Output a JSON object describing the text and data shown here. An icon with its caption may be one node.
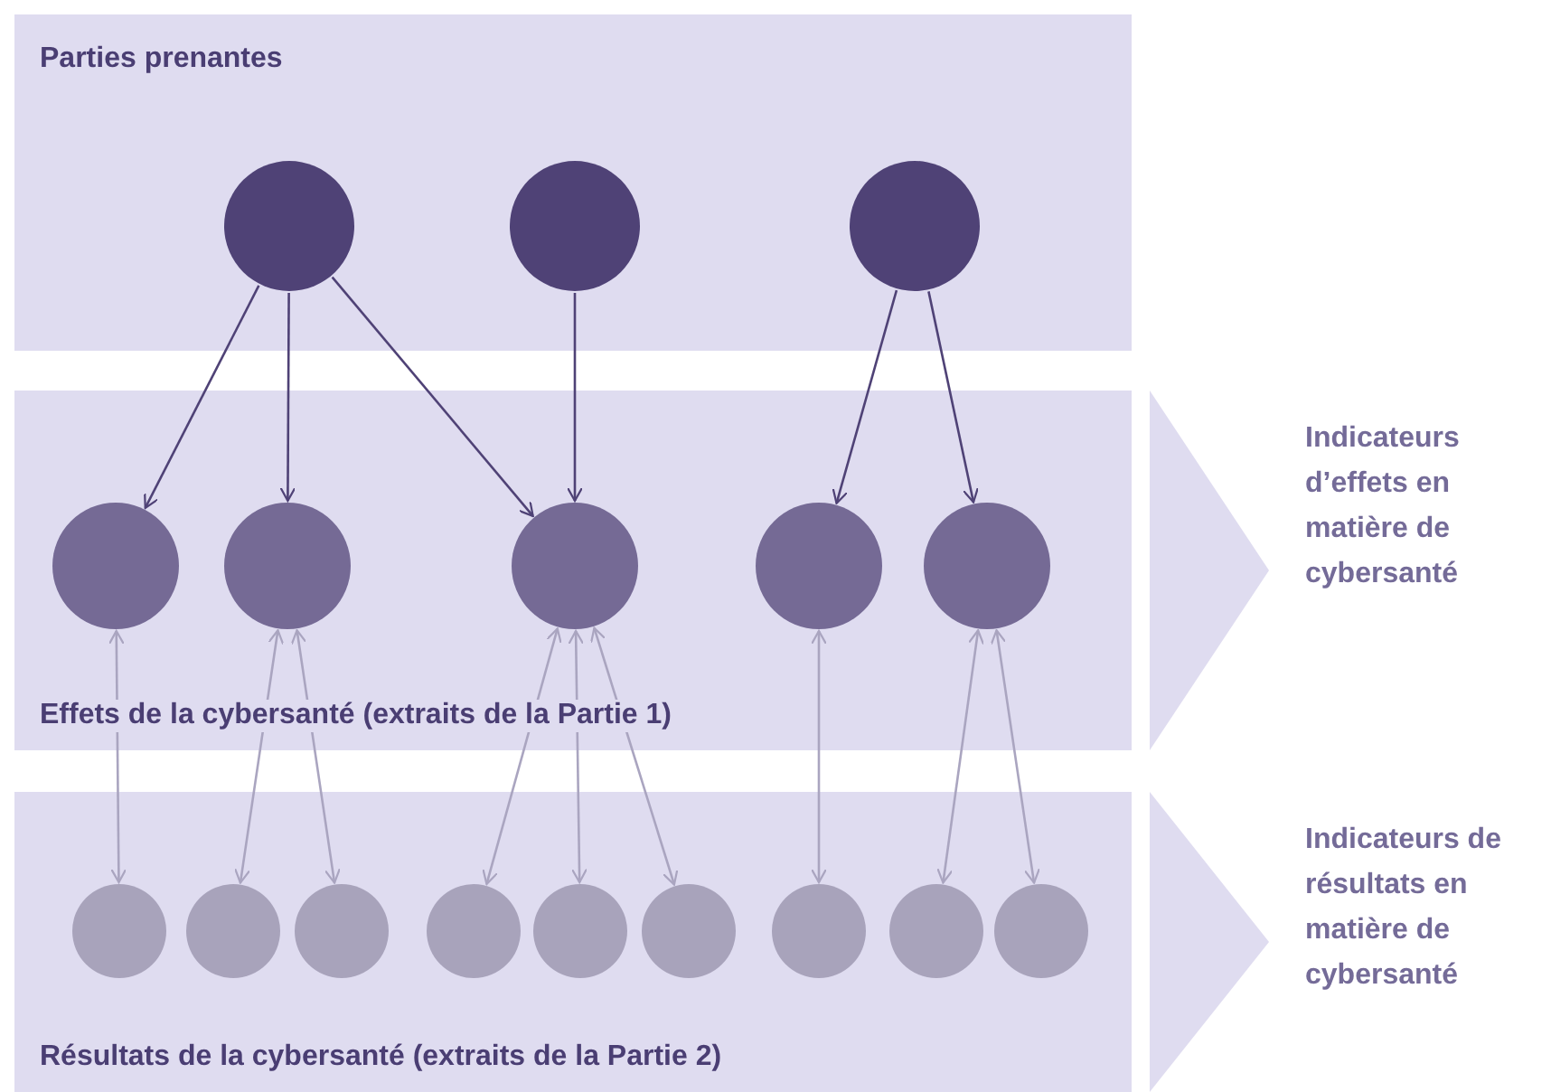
{
  "diagram": {
    "nodes": [
      {
        "text": [
          "Parties prenantes"
        ]
      },
      {
        "text": [],
        "shape": "circle",
        "in": 0
      },
      {
        "text": [],
        "shape": "circle",
        "in": 0
      },
      {
        "text": [],
        "shape": "circle",
        "in": 0
      },
      {
        "text": [
          "Effets de la cybersanté (extraits de la Partie 1)"
        ]
      },
      {
        "text": [],
        "shape": "circle",
        "in": 4
      },
      {
        "text": [],
        "shape": "circle",
        "in": 4
      },
      {
        "text": [],
        "shape": "circle",
        "in": 4
      },
      {
        "text": [],
        "shape": "circle",
        "in": 4
      },
      {
        "text": [],
        "shape": "circle",
        "in": 4
      },
      {
        "text": [
          "Résultats de la cybersanté (extraits de la Partie 2)"
        ]
      },
      {
        "text": [],
        "shape": "circle",
        "in": 10
      },
      {
        "text": [],
        "shape": "circle",
        "in": 10
      },
      {
        "text": [],
        "shape": "circle",
        "in": 10
      },
      {
        "text": [],
        "shape": "circle",
        "in": 10
      },
      {
        "text": [],
        "shape": "circle",
        "in": 10
      },
      {
        "text": [],
        "shape": "circle",
        "in": 10
      },
      {
        "text": [],
        "shape": "circle",
        "in": 10
      },
      {
        "text": [],
        "shape": "circle",
        "in": 10
      },
      {
        "text": [],
        "shape": "circle",
        "in": 10
      },
      {
        "text": [],
        "shape": "chevron",
        "beside": [
          "Indicateurs d’effets en matière de cybersanté"
        ]
      },
      {
        "text": [],
        "shape": "chevron",
        "beside": [
          "Indicateurs de résultats en matière de cybersanté"
        ]
      }
    ],
    "edges": [
      {
        "from": 1,
        "to": 5,
        "arrow": "to",
        "color": "#4f4276"
      },
      {
        "from": 1,
        "to": 6,
        "arrow": "to",
        "color": "#4f4276"
      },
      {
        "from": 1,
        "to": 7,
        "arrow": "to",
        "color": "#4f4276"
      },
      {
        "from": 2,
        "to": 7,
        "arrow": "to",
        "color": "#4f4276"
      },
      {
        "from": 3,
        "to": 8,
        "arrow": "to",
        "color": "#4f4276"
      },
      {
        "from": 3,
        "to": 9,
        "arrow": "to",
        "color": "#4f4276"
      },
      {
        "from": 5,
        "to": 11,
        "arrow": "both"
      },
      {
        "from": 6,
        "to": 12,
        "arrow": "both"
      },
      {
        "from": 6,
        "to": 13,
        "arrow": "both"
      },
      {
        "from": 7,
        "to": 14,
        "arrow": "both"
      },
      {
        "from": 7,
        "to": 15,
        "arrow": "both"
      },
      {
        "from": 7,
        "to": 16,
        "arrow": "both"
      },
      {
        "from": 8,
        "to": 17,
        "arrow": "both"
      },
      {
        "from": 9,
        "to": 18,
        "arrow": "both"
      },
      {
        "from": 9,
        "to": 19,
        "arrow": "both"
      }
    ]
  }
}
